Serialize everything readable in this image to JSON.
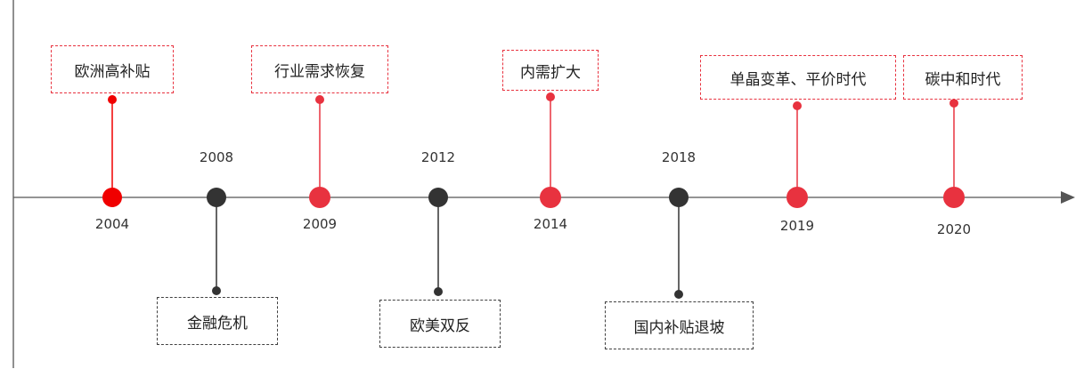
{
  "colors": {
    "red": "#e8323f",
    "bright_red": "#f00000",
    "dark": "#333333",
    "axis": "#555555"
  },
  "events": [
    {
      "year": "2004",
      "label": "欧洲高补贴",
      "color": "bright_red"
    },
    {
      "year": "2008",
      "label": "金融危机",
      "color": "dark"
    },
    {
      "year": "2009",
      "label": "行业需求恢复",
      "color": "red"
    },
    {
      "year": "2012",
      "label": "欧美双反",
      "color": "dark"
    },
    {
      "year": "2014",
      "label": "内需扩大",
      "color": "red"
    },
    {
      "year": "2018",
      "label": "国内补贴退坡",
      "color": "dark"
    },
    {
      "year": "2019",
      "label": "单晶变革、平价时代",
      "color": "red"
    },
    {
      "year": "2020",
      "label": "碳中和时代",
      "color": "red"
    }
  ]
}
